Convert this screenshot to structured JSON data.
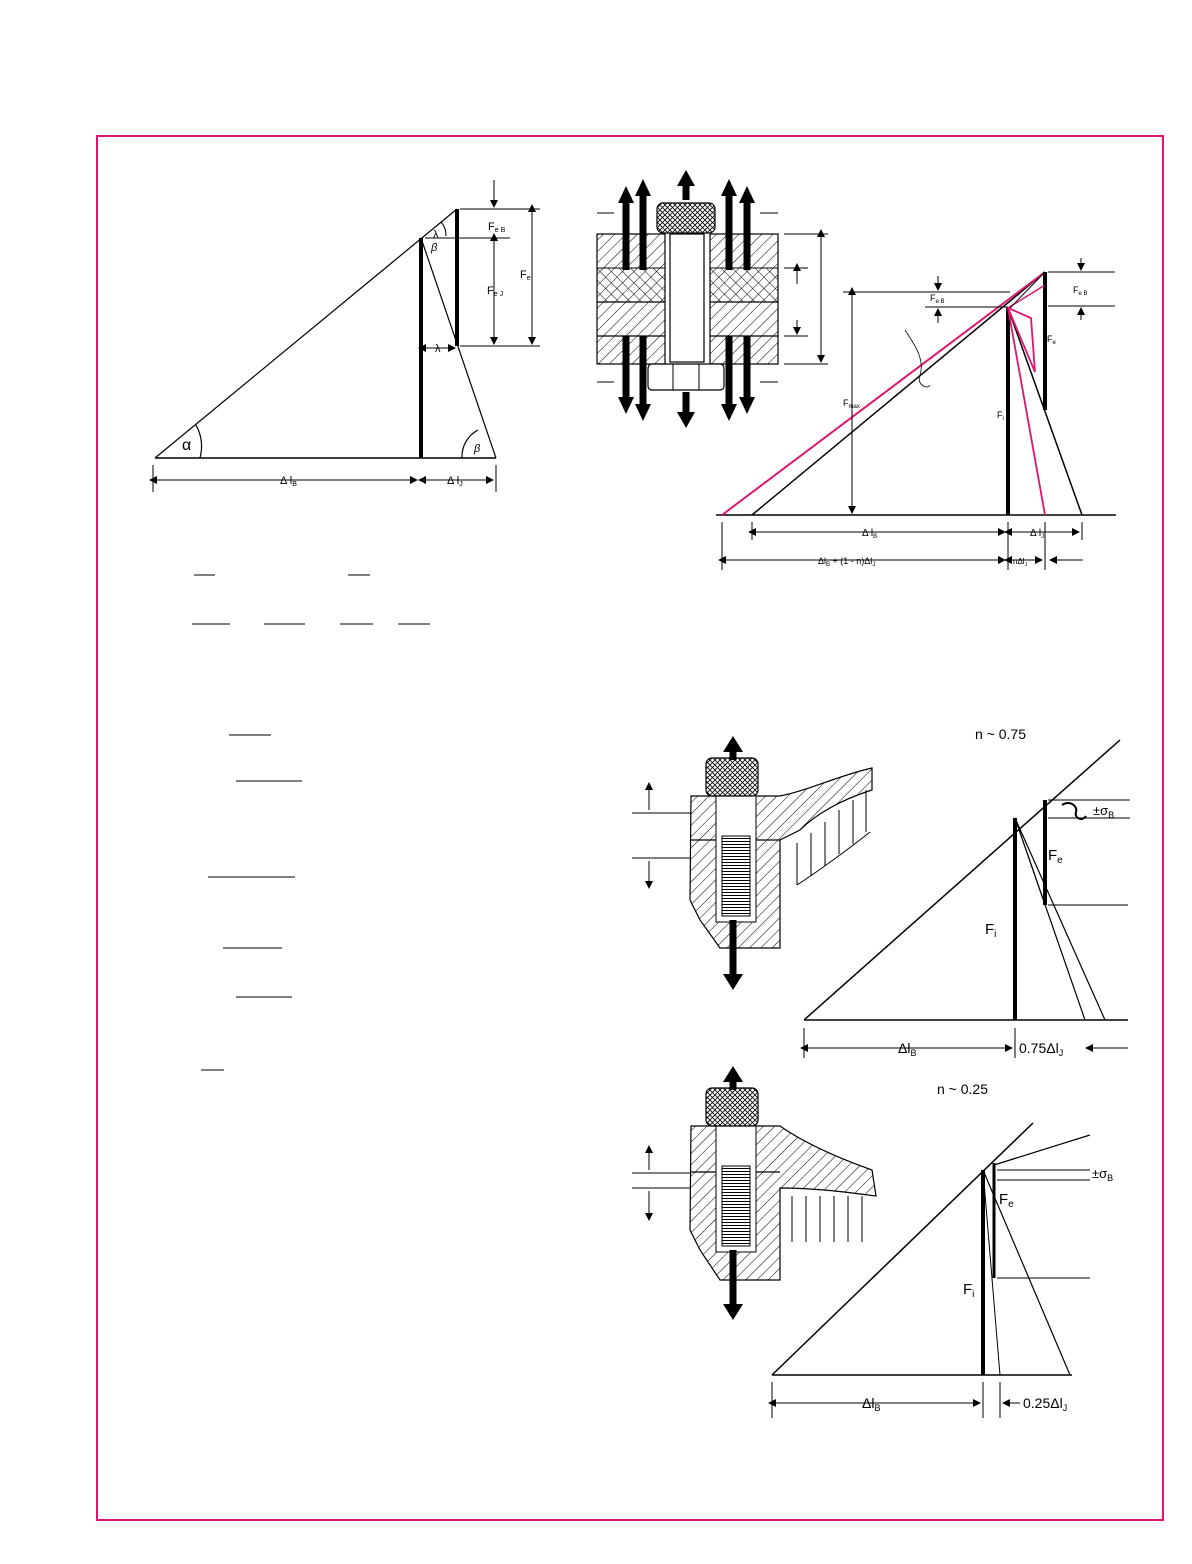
{
  "colors": {
    "frame": "#e0156f",
    "accent": "#e0156f",
    "ink": "#000000"
  },
  "fig1": {
    "alpha": "α",
    "beta": "β",
    "lambda": "λ",
    "feb_main": "F",
    "feb_sub": "e B",
    "fej_main": "F",
    "fej_sub": "e J",
    "fe_main": "F",
    "fe_sub": "e",
    "dlb_main": "Δ l",
    "dlb_sub": "B",
    "dlj_main": "Δ l",
    "dlj_sub": "J"
  },
  "fig2": {
    "feb_main": "F",
    "feb_sub": "e B",
    "fe_main": "F",
    "fe_sub": "e",
    "fmax_main": "F",
    "fmax_sub": "max",
    "fi_main": "F",
    "fi_sub": "i",
    "dlb_main": "Δ l",
    "dlb_sub": "B",
    "dlj_main": "Δ l",
    "dlj_sub": "J",
    "long_dim": "Δl",
    "long_dim_sub": "B",
    "long_dim_rest": " + (1 - n)Δl",
    "long_dim_sub2": "J",
    "n_dim": "nΔl",
    "n_dim_sub": "J"
  },
  "fig3": {
    "n_label": "n ~ 0.75",
    "sigma_main": "±σ",
    "sigma_sub": "B",
    "fe_main": "F",
    "fe_sub": "e",
    "fi_main": "F",
    "fi_sub": "i",
    "dlb_main": "Δl",
    "dlb_sub": "B",
    "dlj_main": "0.75Δl",
    "dlj_sub": "J"
  },
  "fig4": {
    "n_label": "n ~ 0.25",
    "sigma_main": "±σ",
    "sigma_sub": "B",
    "fe_main": "F",
    "fe_sub": "e",
    "fi_main": "F",
    "fi_sub": "i",
    "dlb_main": "Δl",
    "dlb_sub": "B",
    "dlj_main": "0.25Δl",
    "dlj_sub": "J"
  }
}
